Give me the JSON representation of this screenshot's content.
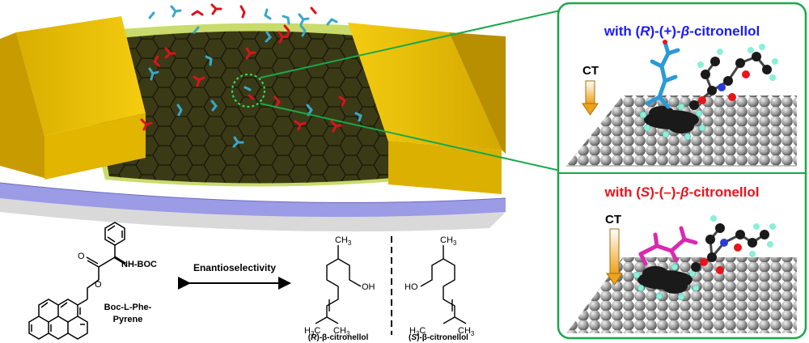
{
  "panel_top": {
    "prefix": "with (",
    "config": "R",
    "sign": ")-(+)-",
    "beta": "β",
    "suffix": "-citronellol",
    "ct": "CT"
  },
  "panel_bottom": {
    "prefix": "with (",
    "config": "S",
    "sign": ")-(–)-",
    "beta": "β",
    "suffix": "-citronellol",
    "ct": "CT"
  },
  "probe": {
    "nh_boc": "NH-BOC",
    "o_top": "O",
    "o_bottom": "O",
    "name_line1": "Boc-L-Phe-",
    "name_line2": "Pyrene"
  },
  "arrow_label": "Enantioselectivity",
  "r_molecule": {
    "ch3": "CH3",
    "oh": "OH",
    "h3c": "H3C",
    "ch3_low": "CH3",
    "name_config": "R",
    "name_rest": "-β-citronellol"
  },
  "s_molecule": {
    "ch3": "CH3",
    "ho": "HO",
    "h3c": "H3C",
    "ch3_low": "CH3",
    "name_config": "S",
    "name_rest": "-β-citronellol"
  },
  "colors": {
    "blue_text": "#1a1aff",
    "red_text": "#e8141c",
    "panel_border": "#1aa84a",
    "gold": "#f2c400",
    "graphene": "#3b3a16",
    "substrate": "#9a9ae6",
    "cyan": "#3aa7c9",
    "red": "#d8141c"
  }
}
